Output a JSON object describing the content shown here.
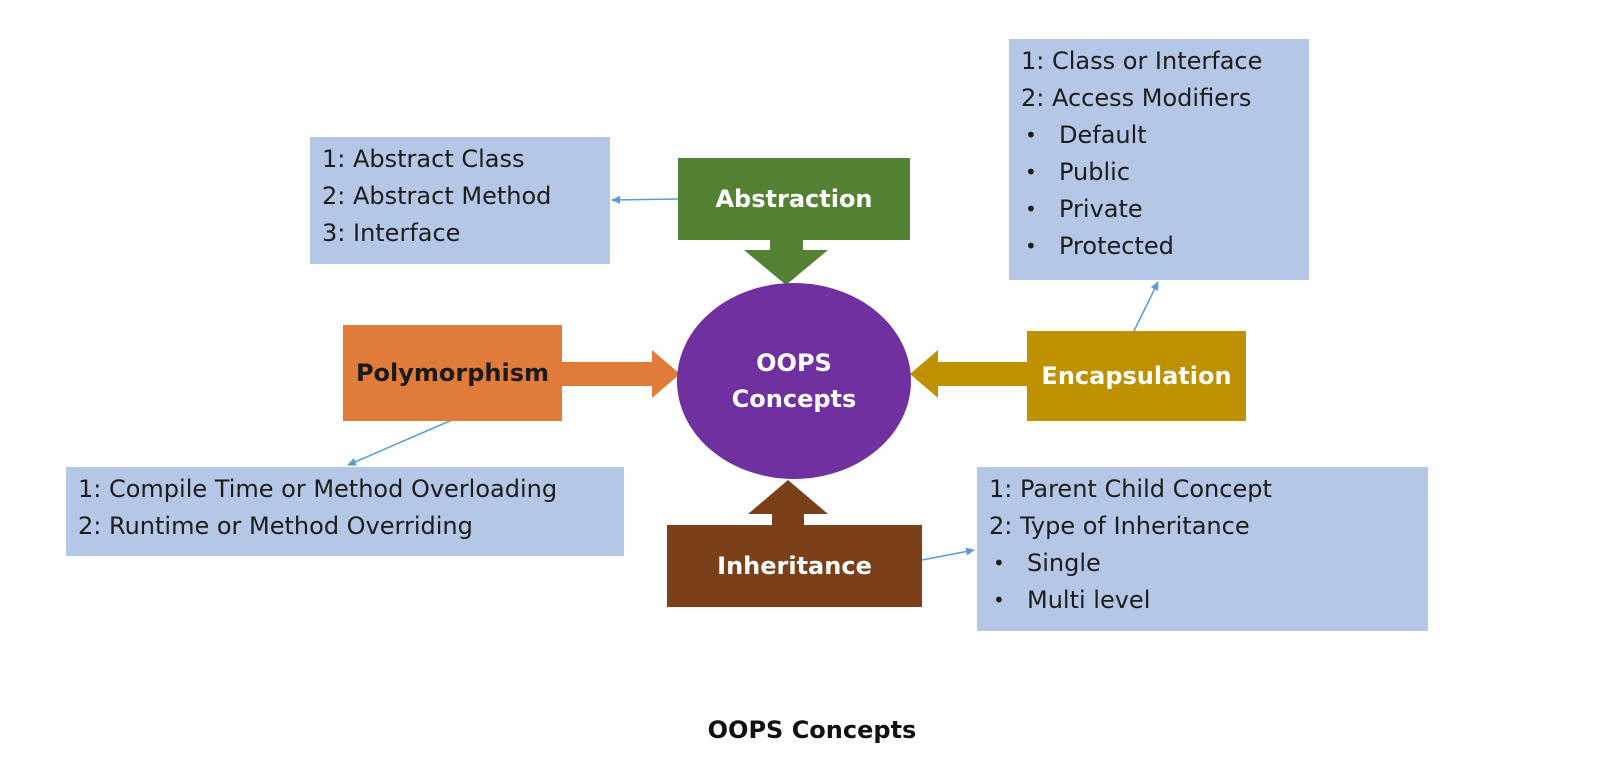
{
  "center": {
    "line1": "OOPS",
    "line2": "Concepts"
  },
  "nodes": {
    "abstraction": {
      "label": "Abstraction",
      "color": "#548235"
    },
    "encapsulation": {
      "label": "Encapsulation",
      "color": "#bf9000"
    },
    "polymorphism": {
      "label": "Polymorphism",
      "color": "#e07b39"
    },
    "inheritance": {
      "label": "Inheritance",
      "color": "#7b3f1a"
    }
  },
  "details": {
    "abstraction": {
      "items": [
        "1: Abstract Class",
        "2: Abstract Method",
        "3: Interface"
      ]
    },
    "encapsulation": {
      "items": [
        "1: Class or Interface",
        "2: Access Modifiers"
      ],
      "bullets": [
        "Default",
        "Public",
        "Private",
        "Protected"
      ]
    },
    "polymorphism": {
      "items": [
        "1: Compile Time or Method Overloading",
        "2: Runtime or Method Overriding"
      ]
    },
    "inheritance": {
      "items": [
        "1: Parent Child Concept",
        "2: Type of Inheritance"
      ],
      "bullets": [
        "Single",
        "Multi level"
      ]
    }
  },
  "caption": "OOPS Concepts",
  "colors": {
    "detail_box": "#b4c7e7",
    "center": "#7030a0",
    "connector": "#5b9bd5"
  }
}
